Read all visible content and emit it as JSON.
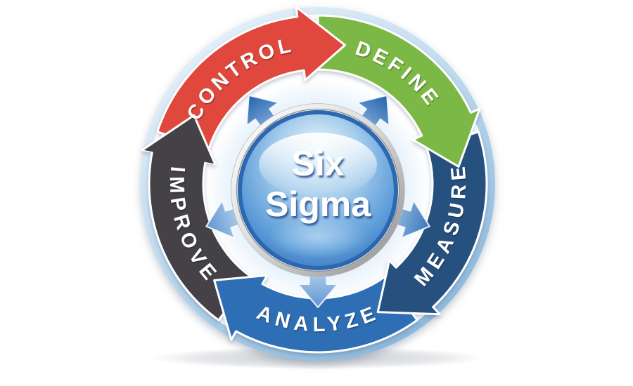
{
  "diagram": {
    "type": "cycle-diagram",
    "name": "Six Sigma DMAIC cycle",
    "center": {
      "line1": "Six",
      "line2": "Sigma",
      "text_color": "#ffffff",
      "ball_edge": "#2d67b0",
      "ball_light": "#e6f4fc",
      "ball_mid": "#a6cdec",
      "ball_deep": "#5b9bd8",
      "ball_dark": "#2a63ae"
    },
    "segments": [
      {
        "label": "CONTROL",
        "color": "#e0473c",
        "label_dir": "cw"
      },
      {
        "label": "DEFINE",
        "color": "#7cb844",
        "label_dir": "cw"
      },
      {
        "label": "MEASURE",
        "color": "#27517e",
        "label_dir": "ccw"
      },
      {
        "label": "ANALYZE",
        "color": "#2f6eb5",
        "label_dir": "ccw"
      },
      {
        "label": "IMPROVE",
        "color": "#454247",
        "label_dir": "ccw"
      }
    ],
    "flow_direction": "clockwise",
    "label_text_color": "#ffffff",
    "rim_colors": {
      "light": "#f0f7fd",
      "mid": "#c2dcf0",
      "deep": "#8db9dd"
    },
    "radial_arrows": [
      {
        "name": "radial-arrow-up-left",
        "rotation": -36,
        "tone": "dark"
      },
      {
        "name": "radial-arrow-up-right",
        "rotation": 36,
        "tone": "dark"
      },
      {
        "name": "radial-arrow-left-down",
        "rotation": -108,
        "tone": "light"
      },
      {
        "name": "radial-arrow-right-down",
        "rotation": 108,
        "tone": "mid"
      },
      {
        "name": "radial-arrow-down",
        "rotation": 180,
        "tone": "light"
      }
    ],
    "arrow_tones": {
      "dark": {
        "base": "#9cc2e6",
        "tip": "#2361ad"
      },
      "mid": {
        "base": "#aed0ec",
        "tip": "#3a76bd"
      },
      "light": {
        "base": "#cfe3f4",
        "tip": "#5e96d2"
      }
    }
  }
}
